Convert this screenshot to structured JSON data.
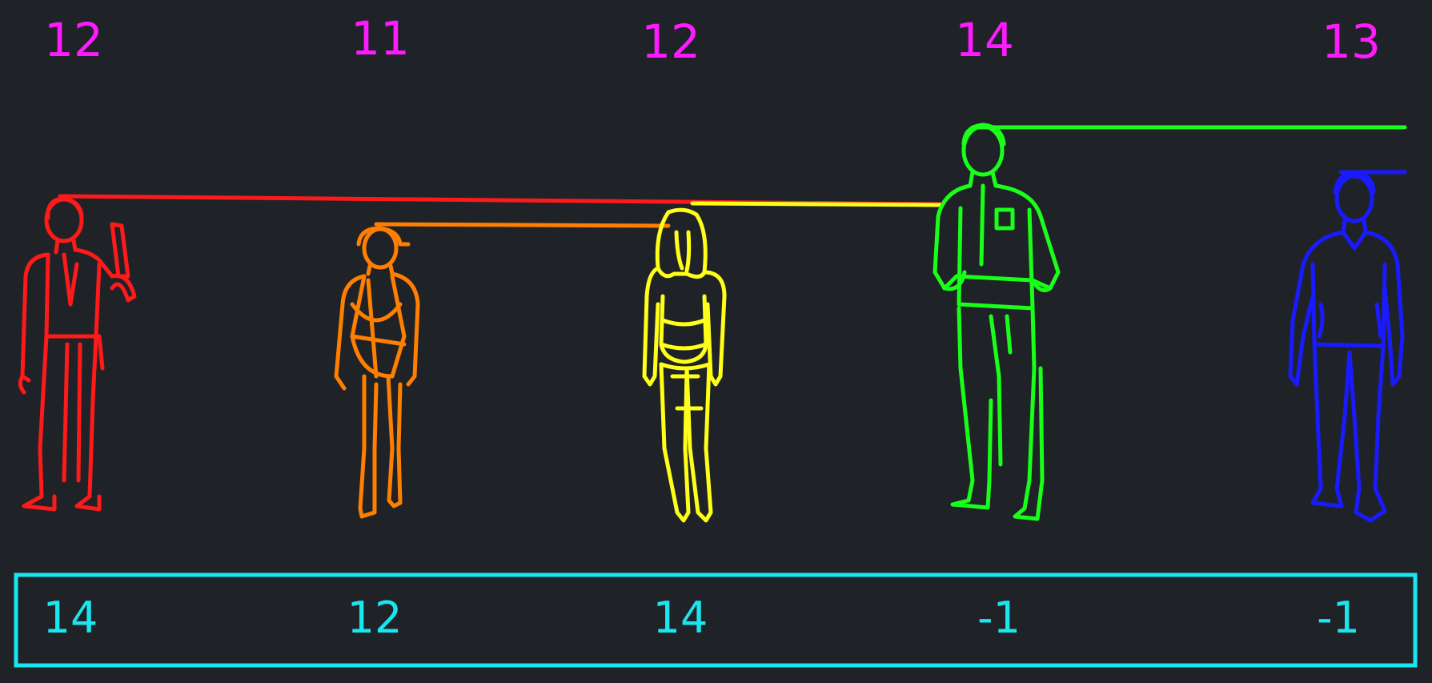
{
  "colors": {
    "background": "#1f2328",
    "height_text": "#ff1aff",
    "answer_text": "#19e6ef",
    "answer_box": "#19e6ef"
  },
  "people": [
    {
      "height": "12",
      "answer": "14",
      "color": "#ff1a1a"
    },
    {
      "height": "11",
      "answer": "12",
      "color": "#ff7f00"
    },
    {
      "height": "12",
      "answer": "14",
      "color": "#ffff1a"
    },
    {
      "height": "14",
      "answer": "-1",
      "color": "#1aff1a"
    },
    {
      "height": "13",
      "answer": "-1",
      "color": "#1a1aff"
    }
  ]
}
